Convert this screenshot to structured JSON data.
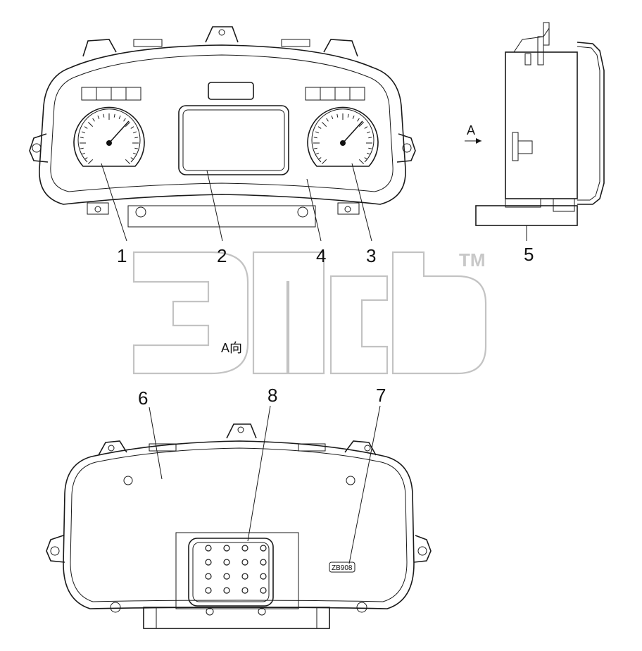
{
  "diagram": {
    "callouts": {
      "c1": "1",
      "c2": "2",
      "c3": "3",
      "c4": "4",
      "c5": "5",
      "c6": "6",
      "c7": "7",
      "c8": "8"
    },
    "side_view_arrow_label": "A",
    "rear_view_title": "A向",
    "part_tag": "ZB908",
    "watermark_mark": "TM"
  }
}
